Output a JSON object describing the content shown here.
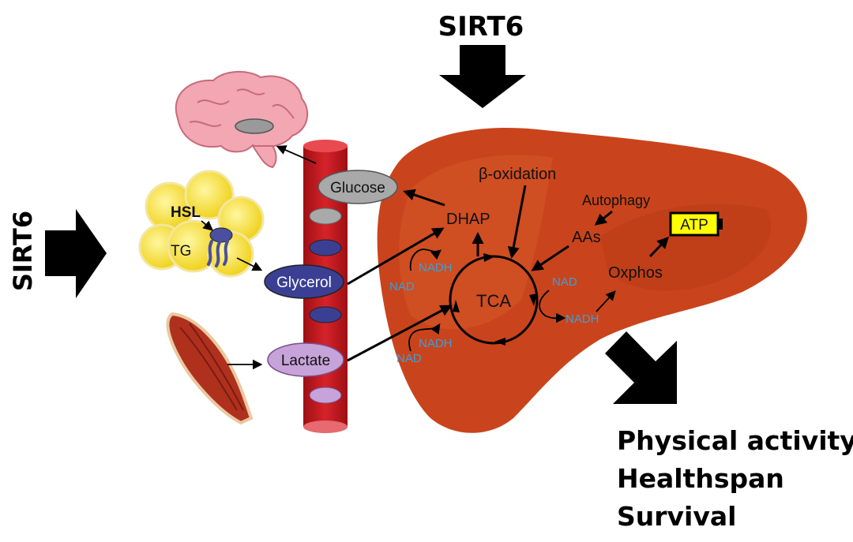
{
  "sirt6_top": "SIRT6",
  "sirt6_left": "SIRT6",
  "labels": {
    "glucose": "Glucose",
    "glycerol": "Glycerol",
    "lactate": "Lactate",
    "hsl": "HSL",
    "tg": "TG",
    "dhap": "DHAP",
    "beta_oxidation": "β-oxidation",
    "autophagy": "Autophagy",
    "aas": "AAs",
    "oxphos": "Oxphos",
    "atp": "ATP",
    "tca": "TCA"
  },
  "cofactors": {
    "nad_left": "NAD",
    "nadh_left": "NADH",
    "nad_lower": "NAD",
    "nadh_lower": "NADH",
    "nad_right": "NAD",
    "nadh_right": "NADH"
  },
  "outcomes": [
    "Physical activity",
    "Healthspan",
    "Survival"
  ],
  "colors": {
    "liver": "#c9441c",
    "vessel": "#c8171d",
    "glucose": "#a9a9a9",
    "glycerol": "#3b3f94",
    "lactate": "#c6a3d8",
    "nad_text": "#3aa0d8",
    "atp": "#ffff00",
    "fat": "#f7df3a"
  }
}
